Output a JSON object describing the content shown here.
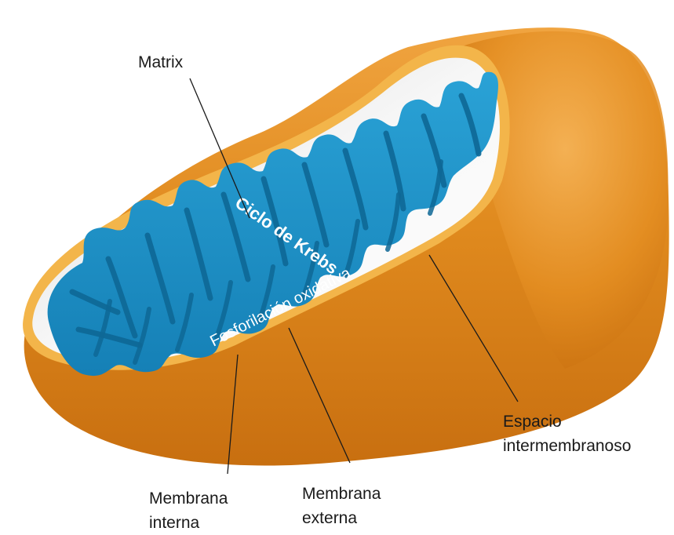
{
  "colors": {
    "outer_membrane": "#e08a1e",
    "outer_highlight": "#f5b458",
    "intermembrane_space": "#eeeeee",
    "inner_membrane": "#1d8fc4",
    "inner_membrane_dark": "#1270a0",
    "rim": "#f3b54a"
  },
  "labels": {
    "matrix": "Matrix",
    "espacio_line1": "Espacio",
    "espacio_line2": "intermembranoso",
    "membrana_interna_line1": "Membrana",
    "membrana_interna_line2": "interna",
    "membrana_externa_line1": "Membrana",
    "membrana_externa_line2": "externa",
    "ciclo_krebs": "Ciclo de Krebs",
    "fosforilacion": "Fosforilación oxidativa"
  }
}
